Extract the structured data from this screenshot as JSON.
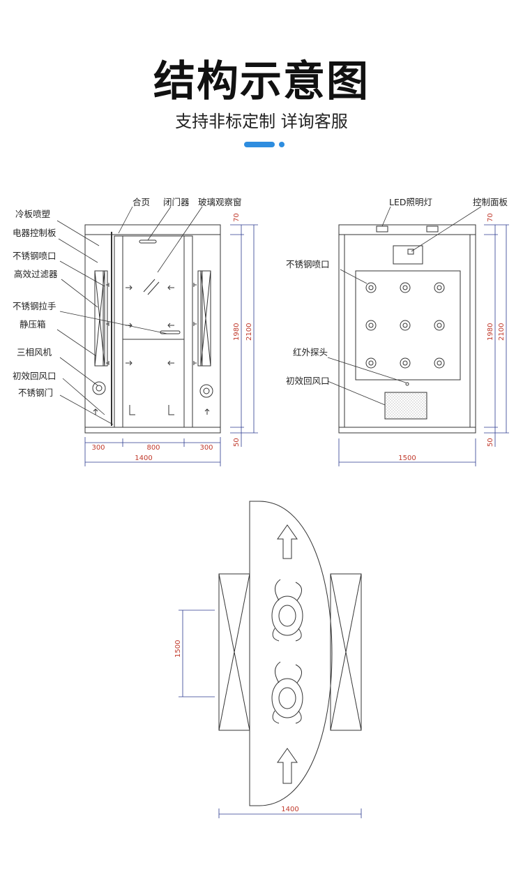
{
  "header": {
    "title": "结构示意图",
    "subtitle": "支持非标定制 详询客服",
    "accent_color": "#2e8ddf"
  },
  "front_view": {
    "labels": [
      "冷板喷塑",
      "电器控制板",
      "不锈钢喷口",
      "高效过滤器",
      "不锈钢拉手",
      "静压箱",
      "三相风机",
      "初效回风口",
      "不锈钢门"
    ],
    "top_labels": [
      "合页",
      "闭门器",
      "玻璃观察窗"
    ],
    "dims_bottom": [
      "300",
      "800",
      "300"
    ],
    "dim_total": "1400",
    "dims_vertical": [
      "70",
      "1980",
      "2100",
      "50"
    ]
  },
  "side_view": {
    "labels": [
      "LED照明灯",
      "控制面板",
      "不锈钢喷口",
      "红外探头",
      "初效回风口"
    ],
    "dim_width": "1500",
    "dims_vertical": [
      "70",
      "1980",
      "2100",
      "50"
    ]
  },
  "plan_view": {
    "dim_depth": "1500",
    "dim_width": "1400"
  },
  "colors": {
    "line": "#333333",
    "dimension": "#2b3a8f",
    "dimension_text": "#c0392b"
  }
}
